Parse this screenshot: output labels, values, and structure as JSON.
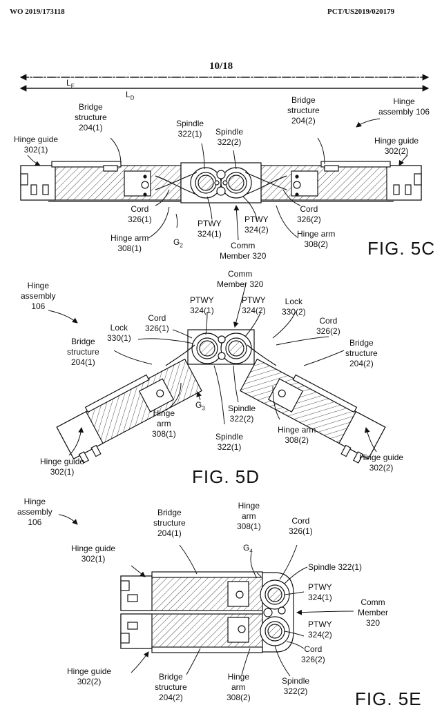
{
  "header": {
    "left": "WO 2019/173118",
    "right": "PCT/US2019/020179"
  },
  "sheet": "10/18",
  "dims": {
    "lf_main": "L",
    "lf_sub": "F",
    "ld_main": "L",
    "ld_sub": "D"
  },
  "fig5c": {
    "caption": "FIG. 5C",
    "bridge_left": "Bridge\nstructure\n204(1)",
    "bridge_right": "Bridge\nstructure\n204(2)",
    "hinge_assembly": "Hinge\nassembly 106",
    "hinge_guide_left": "Hinge guide\n302(1)",
    "hinge_guide_right": "Hinge guide\n302(2)",
    "spindle_left": "Spindle\n322(1)",
    "spindle_right": "Spindle\n322(2)",
    "cord_left": "Cord\n326(1)",
    "cord_right": "Cord\n326(2)",
    "hinge_arm_left": "Hinge arm\n308(1)",
    "hinge_arm_right": "Hinge arm\n308(2)",
    "gap_main": "G",
    "gap_sub": "2",
    "ptwy_left": "PTWY\n324(1)",
    "ptwy_right": "PTWY\n324(2)",
    "comm_member": "Comm\nMember 320"
  },
  "fig5d": {
    "caption": "FIG. 5D",
    "hinge_assembly": "Hinge\nassembly\n106",
    "comm_member": "Comm\nMember 320",
    "ptwy_left": "PTWY\n324(1)",
    "ptwy_right": "PTWY\n324(2)",
    "lock_left": "Lock\n330(1)",
    "lock_right": "Lock\n330(2)",
    "cord_left": "Cord\n326(1)",
    "cord_right": "Cord\n326(2)",
    "bridge_left": "Bridge\nstructure\n204(1)",
    "bridge_right": "Bridge\nstructure\n204(2)",
    "hinge_arm_left": "Hinge\narm\n308(1)",
    "hinge_arm_right": "Hinge arm\n308(2)",
    "gap_main": "G",
    "gap_sub": "3",
    "spindle_right": "Spindle\n322(2)",
    "spindle_left": "Spindle\n322(1)",
    "hinge_guide_left": "Hinge guide\n302(1)",
    "hinge_guide_right": "Hinge guide\n302(2)"
  },
  "fig5e": {
    "caption": "FIG. 5E",
    "hinge_assembly": "Hinge\nassembly\n106",
    "bridge_top": "Bridge\nstructure\n204(1)",
    "hinge_arm_top": "Hinge\narm\n308(1)",
    "cord_top": "Cord\n326(1)",
    "hinge_guide_top": "Hinge guide\n302(1)",
    "gap_main": "G",
    "gap_sub": "4",
    "spindle_top": "Spindle 322(1)",
    "ptwy_top": "PTWY\n324(1)",
    "comm_member": "Comm\nMember\n320",
    "ptwy_bottom": "PTWY\n324(2)",
    "cord_bottom": "Cord\n326(2)",
    "hinge_guide_bottom": "Hinge guide\n302(2)",
    "bridge_bottom": "Bridge\nstructure\n204(2)",
    "hinge_arm_bottom": "Hinge\narm\n308(2)",
    "spindle_bottom": "Spindle\n322(2)"
  }
}
